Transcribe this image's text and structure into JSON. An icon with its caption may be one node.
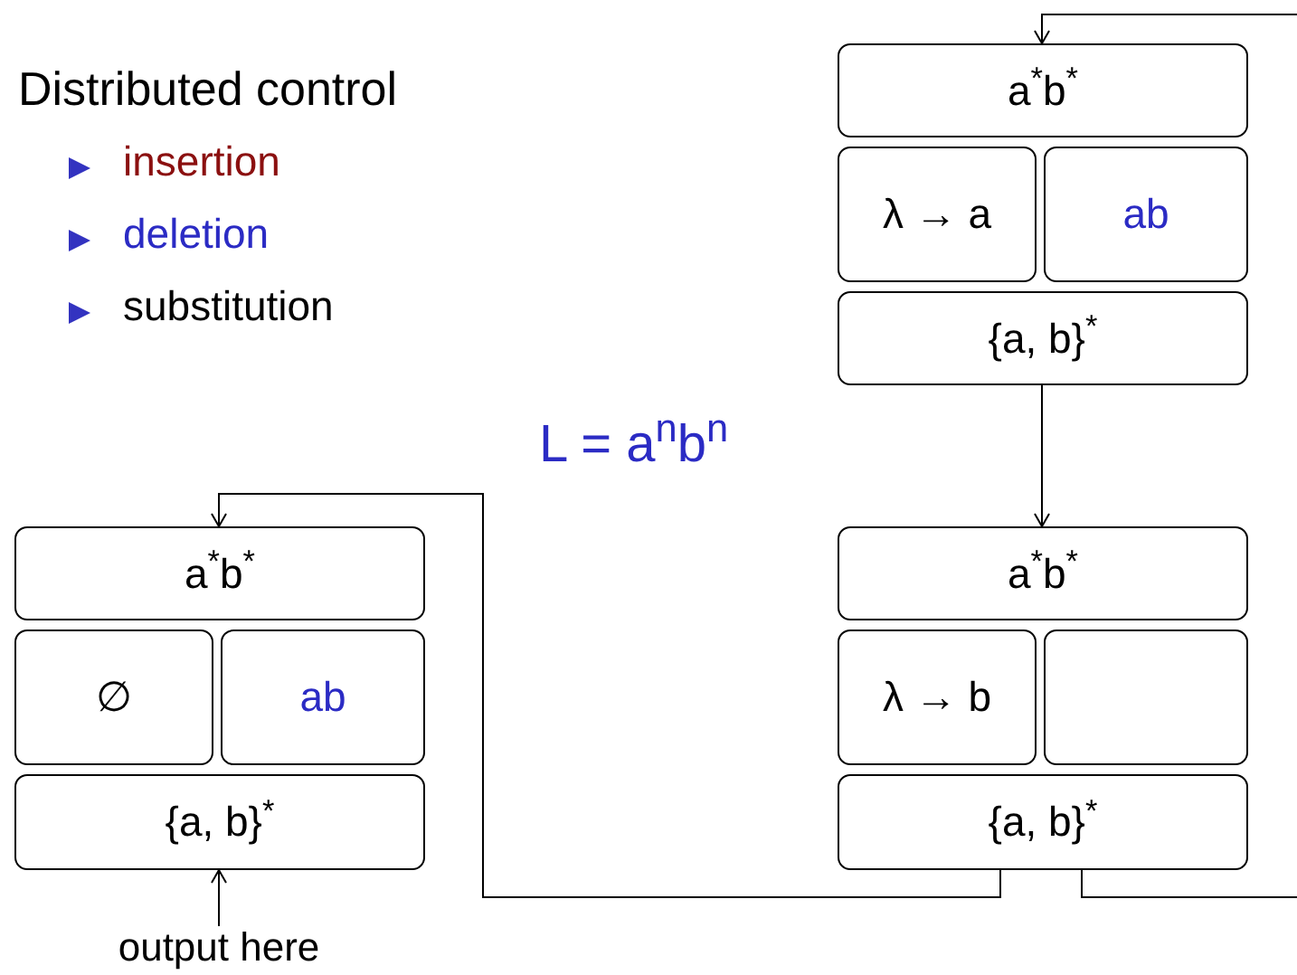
{
  "diagram": {
    "nodes": [
      {
        "text": [
          "a$^{*}$b$^{*}$"
        ]
      },
      {
        "text": [
          "λ → a"
        ]
      },
      {
        "text": [
          "ab"
        ]
      },
      {
        "text": [
          "{a, b}$^{*}$"
        ]
      },
      {
        "text": [
          "a$^{*}$b$^{*}$"
        ]
      },
      {
        "text": [
          "λ → b"
        ]
      },
      {
        "text": [],
        "shape": "box"
      },
      {
        "text": [
          "{a, b}$^{*}$"
        ]
      },
      {
        "text": [
          "a$^{*}$b$^{*}$"
        ]
      },
      {
        "text": [
          "∅"
        ]
      },
      {
        "text": [
          "ab"
        ]
      },
      {
        "text": [
          "{a, b}$^{*}$"
        ]
      },
      {
        "text": [
          "output here"
        ]
      }
    ],
    "edges": [
      {
        "from": 3,
        "to": 4,
        "arrow": "to"
      },
      {
        "from": 7,
        "to": 8,
        "arrow": "to"
      },
      {
        "from": 7,
        "to": null,
        "arrow": "none"
      },
      {
        "from": null,
        "to": 0,
        "arrow": "to"
      },
      {
        "from": 12,
        "to": 11,
        "arrow": "to"
      }
    ],
    "labels": [
      "Distributed control",
      "insertion",
      "deletion",
      "substitution",
      "L = a$^{n}$b$^{n}$"
    ]
  }
}
